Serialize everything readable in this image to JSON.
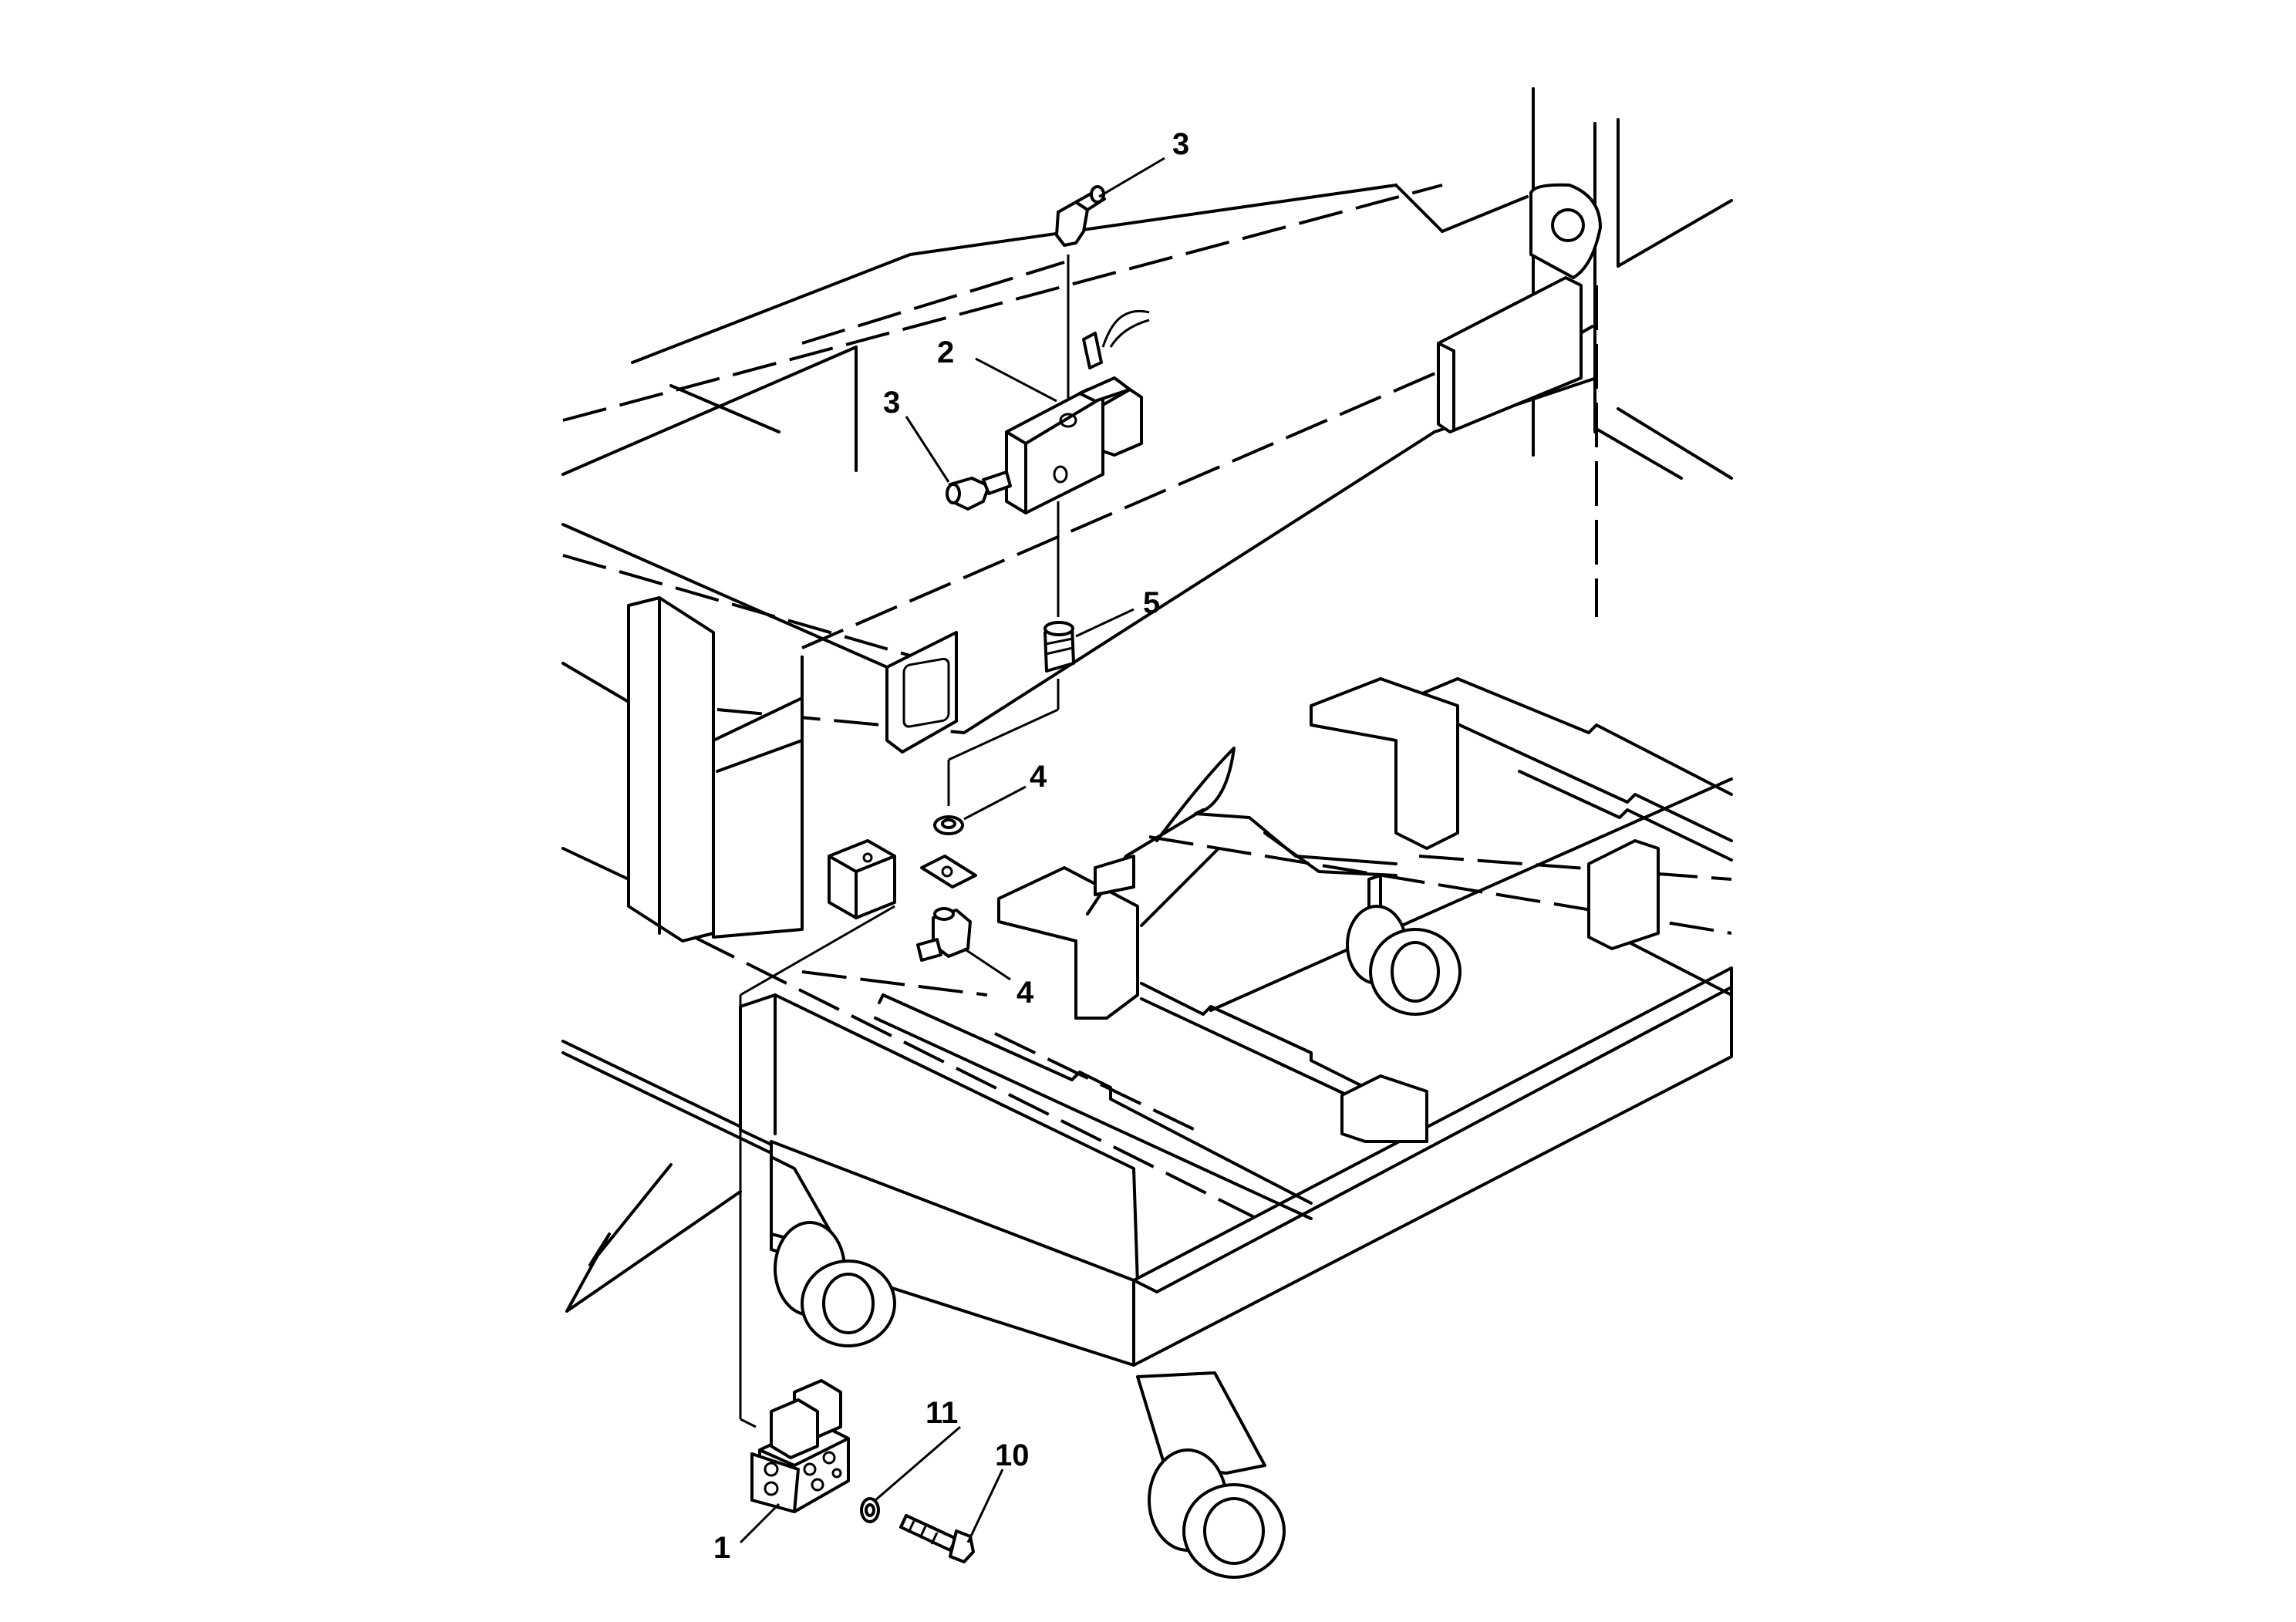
{
  "callouts": [
    {
      "id": "callout-3-top",
      "number": "3"
    },
    {
      "id": "callout-2",
      "number": "2"
    },
    {
      "id": "callout-3-left",
      "number": "3"
    },
    {
      "id": "callout-5",
      "number": "5"
    },
    {
      "id": "callout-4-upper",
      "number": "4"
    },
    {
      "id": "callout-4-lower",
      "number": "4"
    },
    {
      "id": "callout-11",
      "number": "11"
    },
    {
      "id": "callout-10",
      "number": "10"
    },
    {
      "id": "callout-1",
      "number": "1"
    }
  ]
}
